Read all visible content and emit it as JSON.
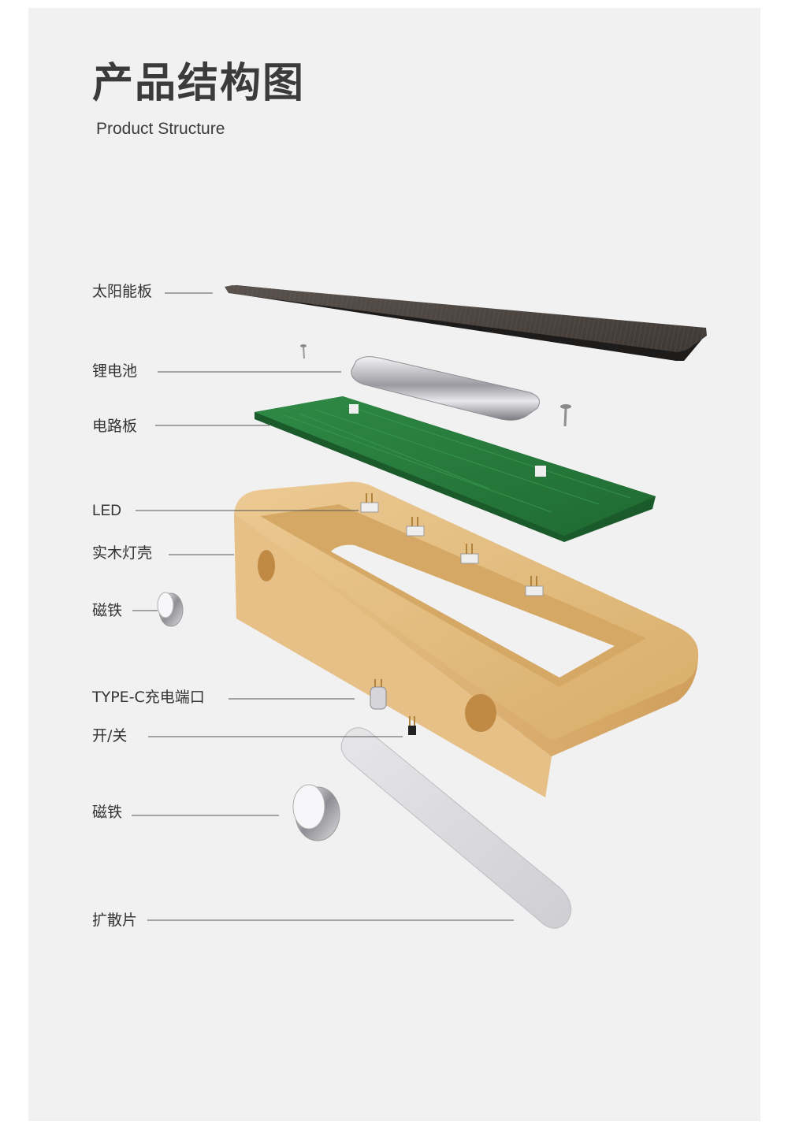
{
  "header": {
    "title": "产品结构图",
    "subtitle": "Product Structure"
  },
  "labels": {
    "solar": "太阳能板",
    "battery": "锂电池",
    "pcb": "电路板",
    "led": "LED",
    "shell": "实木灯壳",
    "magnet_top": "磁铁",
    "typec": "TYPE-C充电端口",
    "switch": "开/关",
    "magnet_bottom": "磁铁",
    "diffuser": "扩散片"
  },
  "colors": {
    "background": "#f1f1f1",
    "text": "#333333",
    "leader_line": "#555555",
    "solar_panel": "#4a4440",
    "pcb": "#2a7a3c",
    "wood": "#e2bd82",
    "metal": "#c8c8cc",
    "diffuser": "#d9d9dc"
  }
}
